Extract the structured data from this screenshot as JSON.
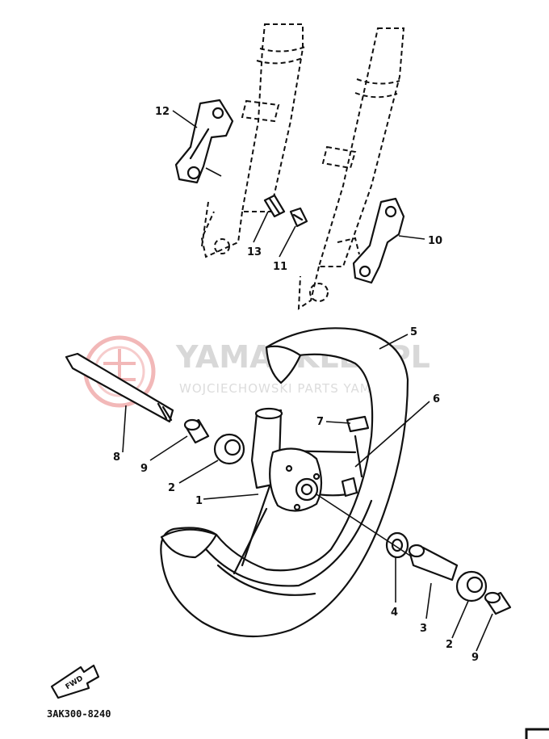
{
  "watermark": {
    "title": "YAMASKLEP.PL",
    "subtitle": "WOJCIECHOWSKI PARTS YAMAHA",
    "logo": "yamaha-tuning-fork-logo",
    "color": "#d9d9d9",
    "logo_color": "#f2b8b8"
  },
  "callouts": {
    "c1": "1",
    "c2a": "2",
    "c2b": "2",
    "c3": "3",
    "c4": "4",
    "c5": "5",
    "c6": "6",
    "c7": "7",
    "c8": "8",
    "c9a": "9",
    "c9b": "9",
    "c10": "10",
    "c11": "11",
    "c12": "12",
    "c13": "13"
  },
  "direction_badge": "FWD",
  "diagram_code": "3AK300-8240"
}
